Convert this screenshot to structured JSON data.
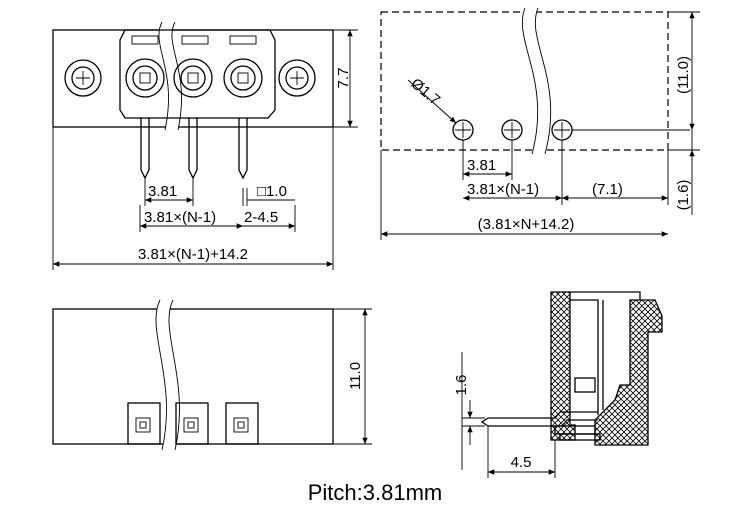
{
  "front_view": {
    "dim_height": "7.7",
    "dim_pitch": "3.81",
    "dim_pin_square": "□1.0",
    "dim_pitch_n": "3.81×(N-1)",
    "dim_offset": "2-4.5",
    "dim_total": "3.81×(N-1)+14.2"
  },
  "pcb_view": {
    "dim_hole_dia": "Ø1.7",
    "dim_height": "(11.0)",
    "dim_pitch": "3.81",
    "dim_pitch_n": "3.81×(N-1)",
    "dim_side": "(7.1)",
    "dim_edge": "(1.6)",
    "dim_total": "(3.81×N+14.2)"
  },
  "bottom_view": {
    "dim_height": "11.0"
  },
  "side_view": {
    "dim_pin_height": "1.6",
    "dim_pin_length": "4.5"
  },
  "caption": "Pitch:3.81mm"
}
